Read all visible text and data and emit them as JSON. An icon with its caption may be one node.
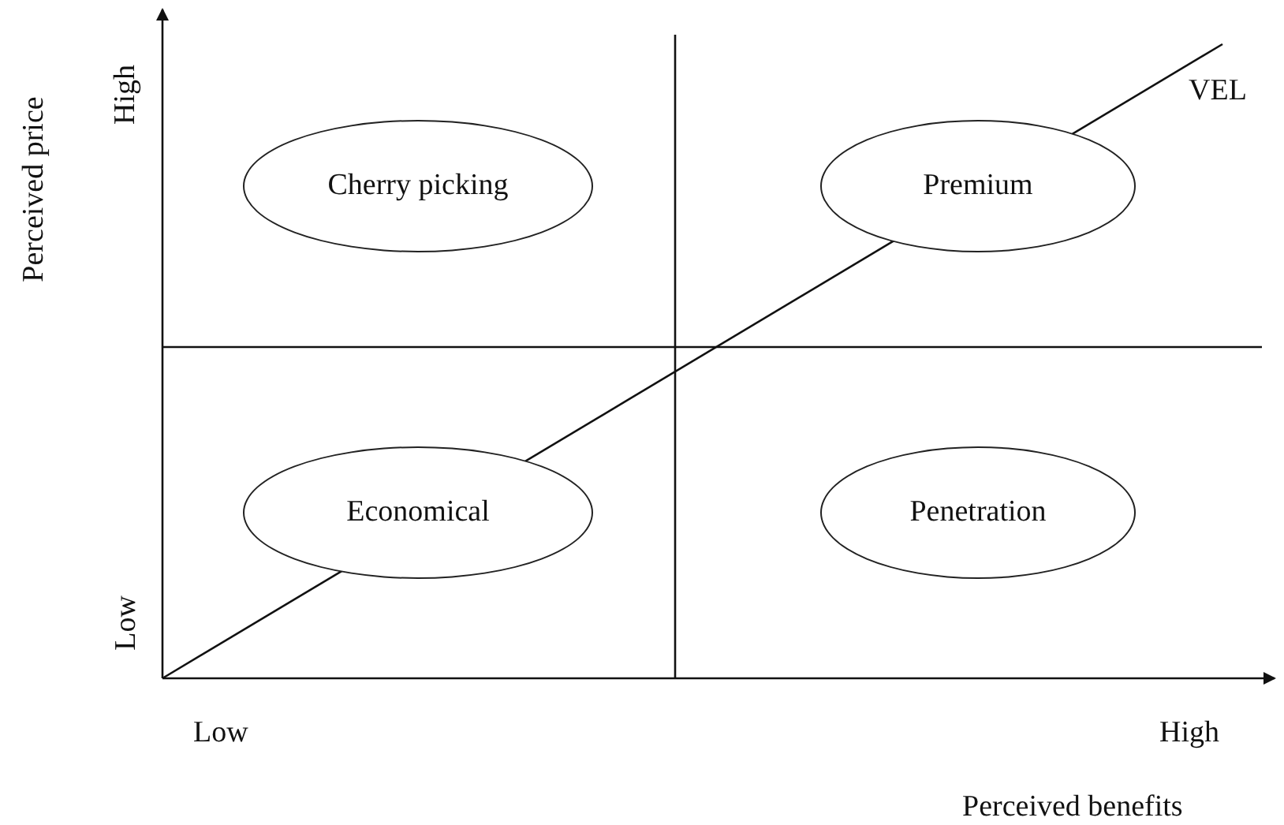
{
  "diagram": {
    "nodes": [
      {
        "text": [
          "Cherry picking"
        ]
      },
      {
        "text": [
          "Premium"
        ]
      },
      {
        "text": [
          "Economical"
        ]
      },
      {
        "text": [
          "Penetration"
        ]
      }
    ],
    "labels": [
      "VEL",
      "High",
      "Perceived price",
      "Low",
      "Low",
      "High",
      "Perceived benefits"
    ]
  }
}
